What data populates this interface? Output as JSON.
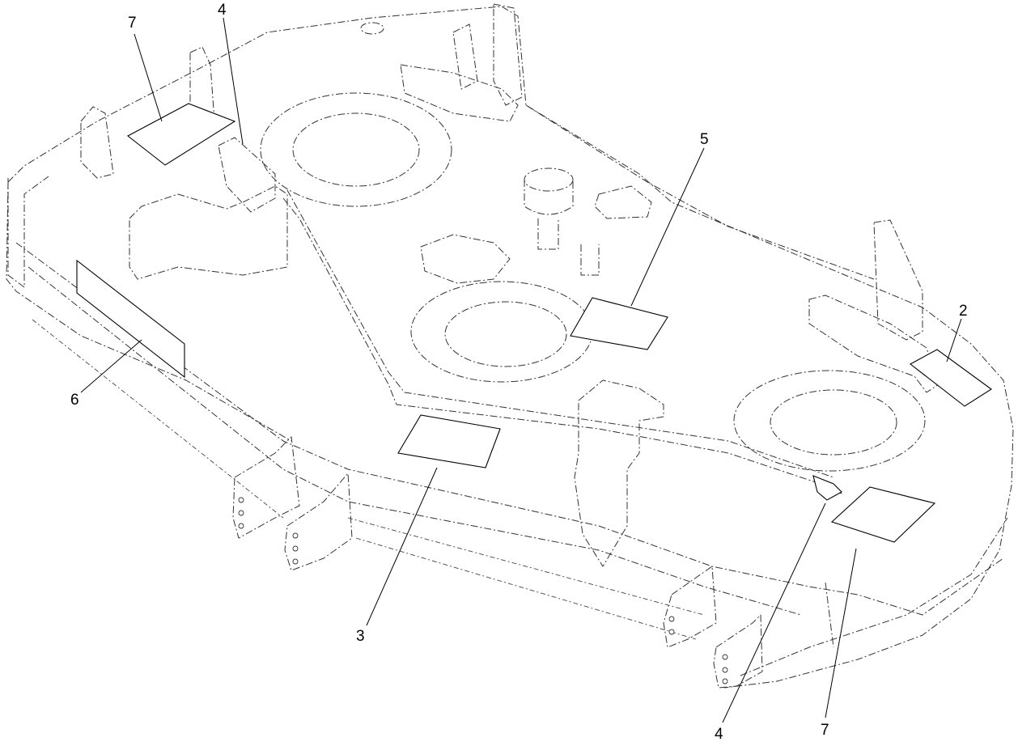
{
  "callouts": [
    {
      "id": "c7a",
      "label": "7"
    },
    {
      "id": "c4a",
      "label": "4"
    },
    {
      "id": "c5",
      "label": "5"
    },
    {
      "id": "c2",
      "label": "2"
    },
    {
      "id": "c6",
      "label": "6"
    },
    {
      "id": "c3",
      "label": "3"
    },
    {
      "id": "c4b",
      "label": "4"
    },
    {
      "id": "c7b",
      "label": "7"
    }
  ]
}
